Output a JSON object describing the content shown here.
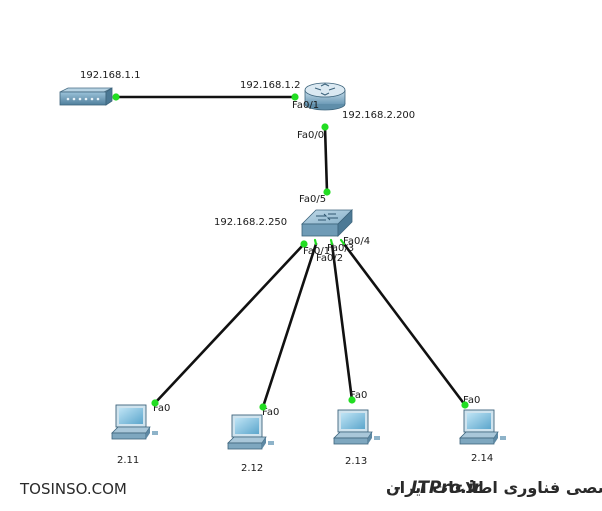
{
  "devices": {
    "modem": {
      "ip": "192.168.1.1"
    },
    "router": {
      "ip_wan": "192.168.1.2",
      "ip_lan": "192.168.2.200",
      "port_wan": "Fa0/1",
      "port_lan": "Fa0/0"
    },
    "switch": {
      "ip": "192.168.2.250",
      "uplink_port": "Fa0/5",
      "port_1": "Fa0/1",
      "port_2": "Fa0/2",
      "port_3": "Fa0/3",
      "port_4": "Fa0/4"
    },
    "pcs": [
      {
        "label": "2.11",
        "port": "Fa0"
      },
      {
        "label": "2.12",
        "port": "Fa0"
      },
      {
        "label": "2.13",
        "port": "Fa0"
      },
      {
        "label": "2.14",
        "port": "Fa0"
      }
    ]
  },
  "watermark": {
    "site": "TOSINSO.COM",
    "persian": "انجمن تخصصی فناوری اطلاعات ایران",
    "separator": "-",
    "brand": "ITPro.ir"
  },
  "colors": {
    "link": "#111111",
    "port_up": "#22dd22",
    "device_body": "#7aa6c2"
  }
}
